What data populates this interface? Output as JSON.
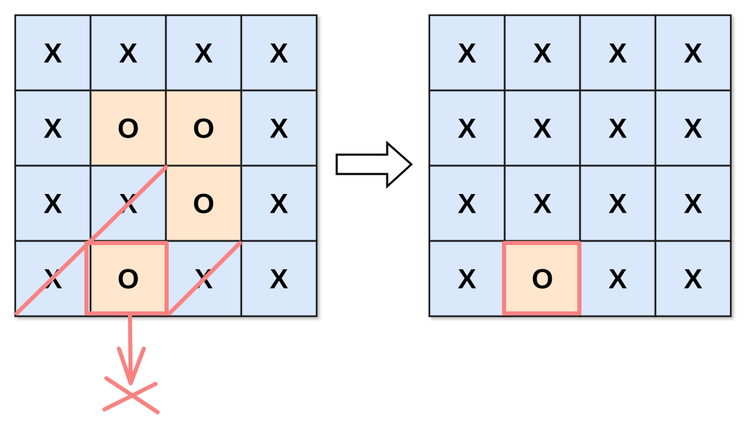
{
  "colors": {
    "x_cell": "#dae8fc",
    "o_cell": "#ffe6cc",
    "border": "#1f1f1f",
    "annotation": "#f88282"
  },
  "before_grid": [
    [
      "X",
      "X",
      "X",
      "X"
    ],
    [
      "X",
      "O",
      "O",
      "X"
    ],
    [
      "X",
      "X",
      "O",
      "X"
    ],
    [
      "X",
      "O",
      "X",
      "X"
    ]
  ],
  "after_grid": [
    [
      "X",
      "X",
      "X",
      "X"
    ],
    [
      "X",
      "X",
      "X",
      "X"
    ],
    [
      "X",
      "X",
      "X",
      "X"
    ],
    [
      "X",
      "O",
      "X",
      "X"
    ]
  ],
  "highlighted_cell": {
    "row": 3,
    "col": 1
  },
  "transform_arrow": "right-arrow-icon",
  "annotation": {
    "marks": [
      "border-connection-arrow",
      "cross-mark-icon"
    ]
  }
}
